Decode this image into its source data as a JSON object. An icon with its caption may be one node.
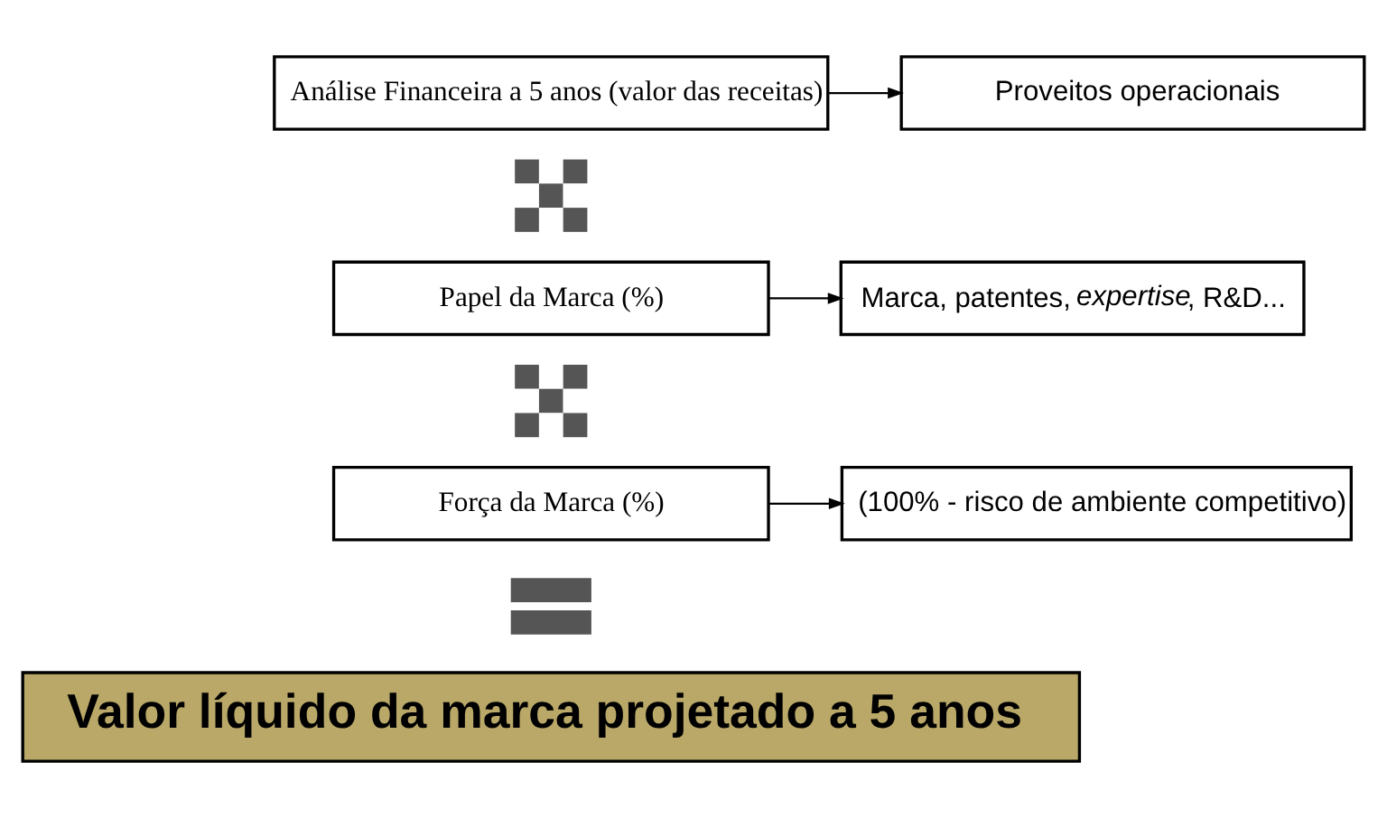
{
  "diagram": {
    "nodes": [
      {
        "text": [
          "Análise Financeira a 5 anos (valor das receitas)"
        ]
      },
      {
        "text": [
          "Proveitos operacionais"
        ]
      },
      {
        "text": [],
        "shape": "cross"
      },
      {
        "text": [
          "Papel da Marca (%)"
        ]
      },
      {
        "text": [
          "Marca, patentes, *expertise*, R&D..."
        ]
      },
      {
        "text": [],
        "shape": "cross"
      },
      {
        "text": [
          "Força da Marca (%)"
        ]
      },
      {
        "text": [
          "(100% - risco de ambiente competitivo)"
        ]
      },
      {
        "text": [],
        "shape": "equals"
      },
      {
        "text": [
          "Valor líquido da marca projetado a 5 anos"
        ]
      }
    ],
    "edges": [
      {
        "from": 0,
        "to": 1,
        "arrow": "to"
      },
      {
        "from": 3,
        "to": 4,
        "arrow": "to"
      },
      {
        "from": 6,
        "to": 7,
        "arrow": "to"
      }
    ]
  }
}
